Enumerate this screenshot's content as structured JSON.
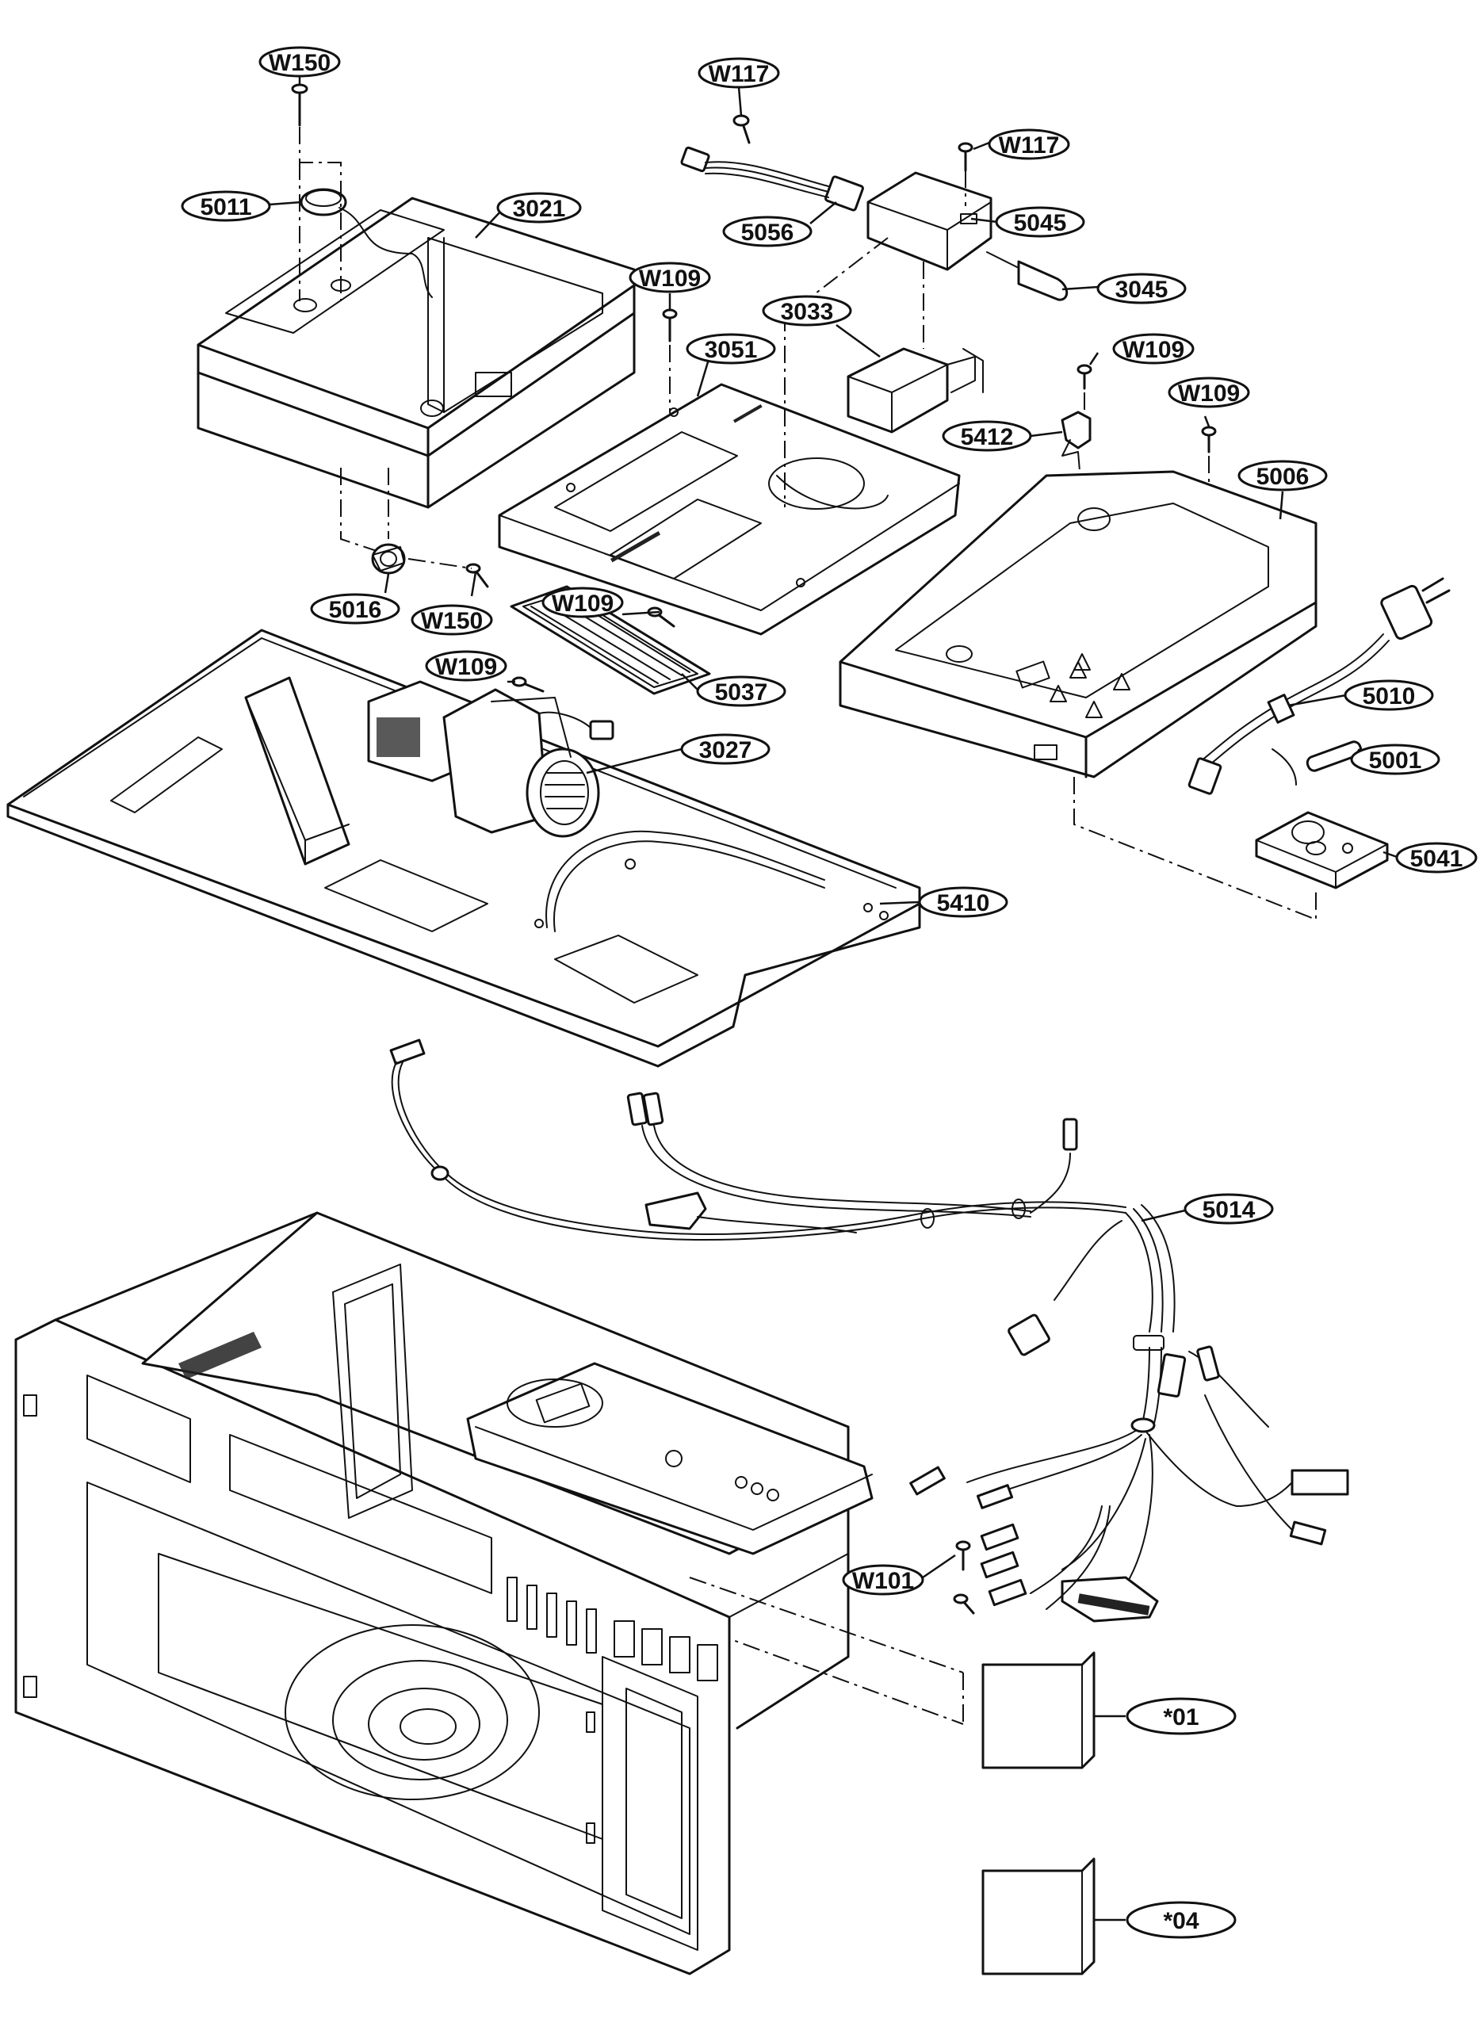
{
  "callouts": [
    {
      "id": "W150_top",
      "label": "W150"
    },
    {
      "id": "5011",
      "label": "5011"
    },
    {
      "id": "3021",
      "label": "3021"
    },
    {
      "id": "W117_a",
      "label": "W117"
    },
    {
      "id": "W117_b",
      "label": "W117"
    },
    {
      "id": "5056",
      "label": "5056"
    },
    {
      "id": "5045",
      "label": "5045"
    },
    {
      "id": "3045",
      "label": "3045"
    },
    {
      "id": "W109_a",
      "label": "W109"
    },
    {
      "id": "3033",
      "label": "3033"
    },
    {
      "id": "3051",
      "label": "3051"
    },
    {
      "id": "W109_b",
      "label": "W109"
    },
    {
      "id": "5412",
      "label": "5412"
    },
    {
      "id": "W109_c",
      "label": "W109"
    },
    {
      "id": "5006",
      "label": "5006"
    },
    {
      "id": "5016",
      "label": "5016"
    },
    {
      "id": "W150_bottom",
      "label": "W150"
    },
    {
      "id": "W109_d",
      "label": "W109"
    },
    {
      "id": "W109_e",
      "label": "W109"
    },
    {
      "id": "5037",
      "label": "5037"
    },
    {
      "id": "3027",
      "label": "3027"
    },
    {
      "id": "5010",
      "label": "5010"
    },
    {
      "id": "5001",
      "label": "5001"
    },
    {
      "id": "5041",
      "label": "5041"
    },
    {
      "id": "5410",
      "label": "5410"
    },
    {
      "id": "5014",
      "label": "5014"
    },
    {
      "id": "W101",
      "label": "W101"
    },
    {
      "id": "01",
      "label": "*01"
    },
    {
      "id": "04",
      "label": "*04"
    }
  ]
}
